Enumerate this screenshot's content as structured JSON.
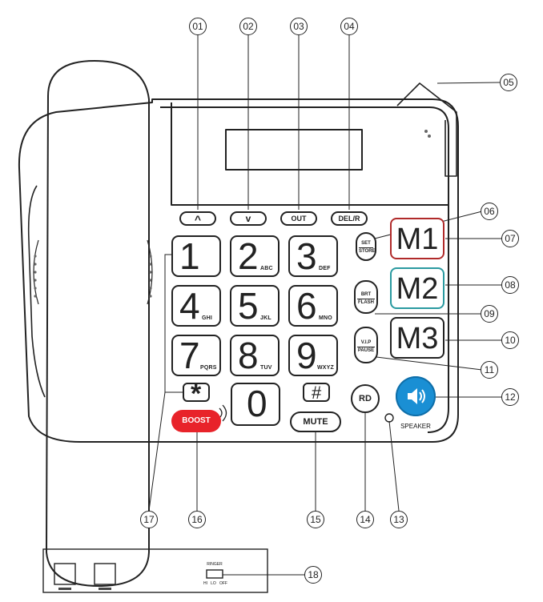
{
  "keypad": {
    "keys": [
      {
        "num": "1",
        "sub": ""
      },
      {
        "num": "2",
        "sub": "ABC"
      },
      {
        "num": "3",
        "sub": "DEF"
      },
      {
        "num": "4",
        "sub": "GHI"
      },
      {
        "num": "5",
        "sub": "JKL"
      },
      {
        "num": "6",
        "sub": "MNO"
      },
      {
        "num": "7",
        "sub": "PQRS"
      },
      {
        "num": "8",
        "sub": "TUV"
      },
      {
        "num": "9",
        "sub": "WXYZ"
      },
      {
        "num": "0",
        "sub": ""
      }
    ],
    "star": "*",
    "hash": "#"
  },
  "nav_buttons": {
    "up": "^",
    "down": "v",
    "out": "OUT",
    "del": "DEL/R"
  },
  "side_buttons": {
    "set_top": "SET",
    "set_bottom": "STORE",
    "brt_top": "BRT",
    "brt_bottom": "FLASH",
    "vip_top": "V.I.P",
    "vip_bottom": "PAUSE"
  },
  "memory_keys": [
    "M1",
    "M2",
    "M3"
  ],
  "bottom_buttons": {
    "boost": "BOOST",
    "mute": "MUTE",
    "rd": "RD",
    "speaker_label": "SPEAKER"
  },
  "rear_panel": {
    "ringer_label": "RINGER",
    "ringer_options": "HI   LO   OFF"
  },
  "callouts": [
    "01",
    "02",
    "03",
    "04",
    "05",
    "06",
    "07",
    "08",
    "09",
    "10",
    "11",
    "12",
    "13",
    "14",
    "15",
    "16",
    "17",
    "18"
  ],
  "colors": {
    "boost": "#e8232a",
    "speaker": "#1a8fd4",
    "m1_border": "#b02a2a",
    "m2_border": "#2a9aa0"
  }
}
